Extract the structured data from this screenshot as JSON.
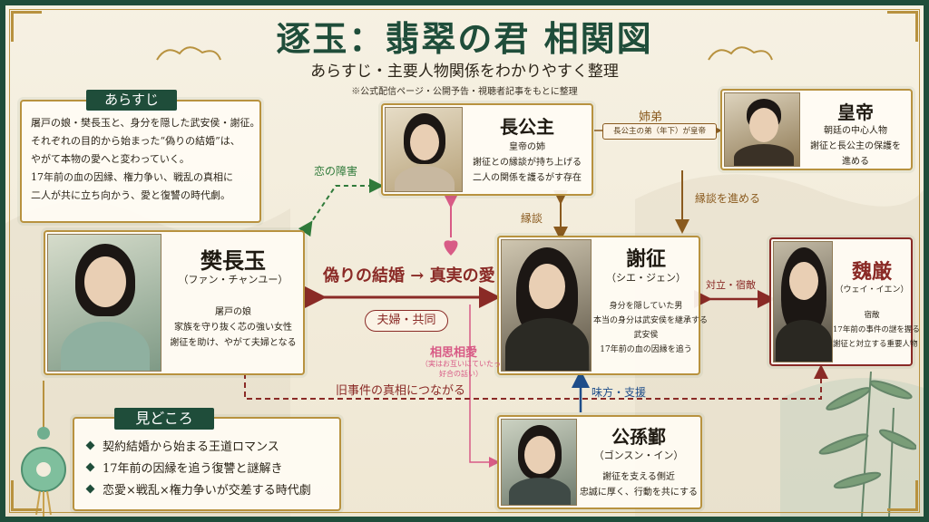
{
  "header": {
    "title": "逐玉：翡翠の君 相関図",
    "subtitle": "あらすじ・主要人物関係をわかりやすく整理",
    "note": "※公式配信ページ・公開予告・視聴者記事をもとに整理"
  },
  "synopsis": {
    "label": "あらすじ",
    "lines": [
      "屠戸の娘・樊長玉と、身分を隠した武安侯・謝征。",
      "それぞれの目的から始まった“偽りの結婚”は、",
      "やがて本物の愛へと変わっていく。",
      "17年前の血の因縁、権力争い、戦乱の真相に",
      "二人が共に立ち向かう、愛と復讐の時代劇。"
    ]
  },
  "characters": {
    "fan": {
      "name": "樊長玉",
      "reading": "（ファン・チャンユー）",
      "desc": [
        "屠戸の娘",
        "家族を守り抜く芯の強い女性",
        "謝征を助け、やがて夫婦となる"
      ]
    },
    "princess": {
      "name": "長公主",
      "desc": [
        "皇帝の姉",
        "謝征との縁談が持ち上げる",
        "二人の関係を護るがす存在"
      ]
    },
    "emperor": {
      "name": "皇帝",
      "desc": [
        "朝廷の中心人物",
        "謝征と長公主の保護を",
        "進める"
      ]
    },
    "xie": {
      "name": "謝征",
      "reading": "（シエ・ジェン）",
      "desc": [
        "身分を隠していた男",
        "本当の身分は武安侯を継承する",
        "武安侯",
        "17年前の血の因縁を追う"
      ]
    },
    "wei": {
      "name": "魏厳",
      "reading": "（ウェイ・イエン）",
      "desc": [
        "宿敵",
        "17年前の事件の謎を握る",
        "謝征と対立する重要人物"
      ]
    },
    "gong": {
      "name": "公孫鄞",
      "reading": "（ゴンスン・イン）",
      "desc": [
        "謝征を支える側近",
        "忠誠に厚く、行動を共にする"
      ]
    }
  },
  "relations": {
    "main": "偽りの結婚 → 真実の愛",
    "couple": "夫婦・共同",
    "love_obstacle": "恋の障害",
    "sibling": "姉弟",
    "sibling_note": "長公主の弟（年下）が皇帝",
    "promote_marriage": "縁談を進める",
    "marriage_talk": "縁談",
    "rivalry": "対立・宿敵",
    "mutual_love": "相思相愛",
    "mutual_love_note": [
      "（実はお互いにていたっ",
      "好合の話い）"
    ],
    "ally": "味方・支援",
    "old_case": "旧事件の真相につながる"
  },
  "highlights": {
    "label": "見どころ",
    "items": [
      "契約結婚から始まる王道ロマンス",
      "17年前の因縁を追う復讐と謎解き",
      "恋愛×戦乱×権力争いが交差する時代劇"
    ]
  },
  "colors": {
    "primary_green": "#1f4d3a",
    "gold": "#b8923f",
    "dark_red": "#8a2a26",
    "pink": "#d85b86",
    "blue": "#1f4e8a",
    "brown": "#8a5a1e"
  }
}
